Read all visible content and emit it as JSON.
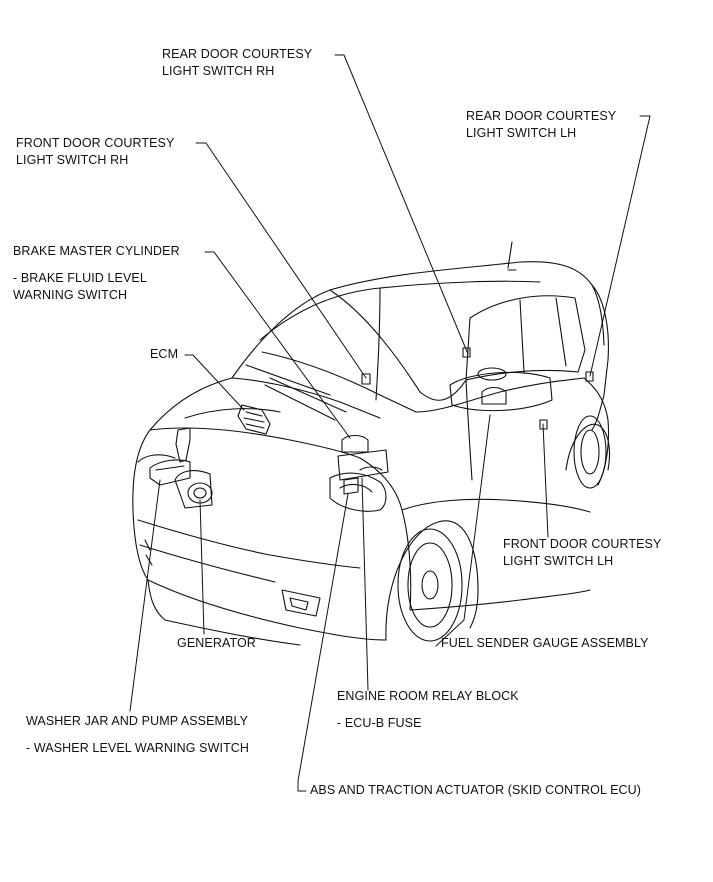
{
  "labels": {
    "rear_door_rh": {
      "line1": "REAR DOOR COURTESY",
      "line2": "LIGHT SWITCH RH"
    },
    "rear_door_lh": {
      "line1": "REAR DOOR COURTESY",
      "line2": "LIGHT SWITCH LH"
    },
    "front_door_rh": {
      "line1": "FRONT DOOR COURTESY",
      "line2": "LIGHT SWITCH RH"
    },
    "brake_master": {
      "line1": "BRAKE MASTER CYLINDER",
      "sub1": "- BRAKE FLUID LEVEL",
      "sub2": "WARNING SWITCH"
    },
    "ecm": "ECM",
    "front_door_lh": {
      "line1": "FRONT DOOR COURTESY",
      "line2": "LIGHT SWITCH LH"
    },
    "generator": "GENERATOR",
    "fuel_sender": "FUEL SENDER GAUGE ASSEMBLY",
    "engine_room": {
      "line1": "ENGINE ROOM RELAY BLOCK",
      "sub": "- ECU-B FUSE"
    },
    "washer": {
      "line1": "WASHER JAR AND PUMP ASSEMBLY",
      "sub": "- WASHER LEVEL WARNING SWITCH"
    },
    "abs": "ABS AND TRACTION ACTUATOR (SKID CONTROL ECU)"
  },
  "colors": {
    "line": "#111111",
    "background": "#ffffff"
  }
}
